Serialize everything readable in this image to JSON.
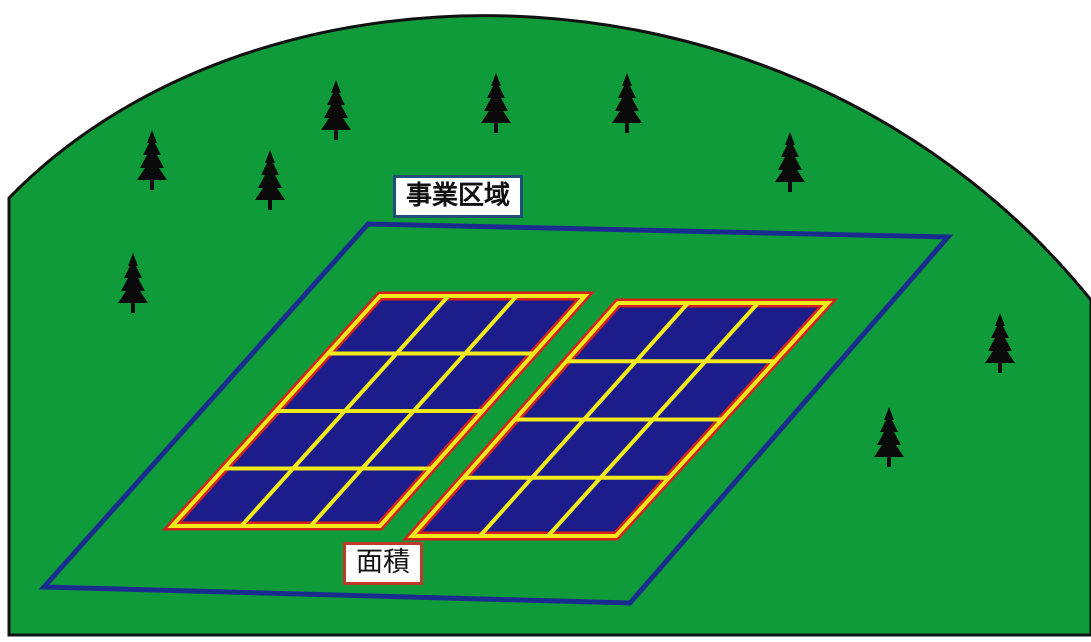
{
  "labels": {
    "project_area": "事業区域",
    "panel_area": "面積"
  },
  "colors": {
    "background": "#ffffff",
    "hill": "#0f9b3a",
    "hill_outline": "#111111",
    "project_boundary": "#1a2d8f",
    "panel_outline": "#d62218",
    "panel_grid": "#f2ea1b",
    "panel_cell": "#1c1c8a",
    "tree": "#0a0a0a"
  },
  "panel_arrays": [
    {
      "name": "left-array",
      "rows": 4,
      "cols": 3
    },
    {
      "name": "right-array",
      "rows": 4,
      "cols": 3
    }
  ],
  "trees": [
    "tree-icon",
    "tree-icon",
    "tree-icon",
    "tree-icon",
    "tree-icon",
    "tree-icon",
    "tree-icon",
    "tree-icon",
    "tree-icon",
    "tree-icon"
  ]
}
